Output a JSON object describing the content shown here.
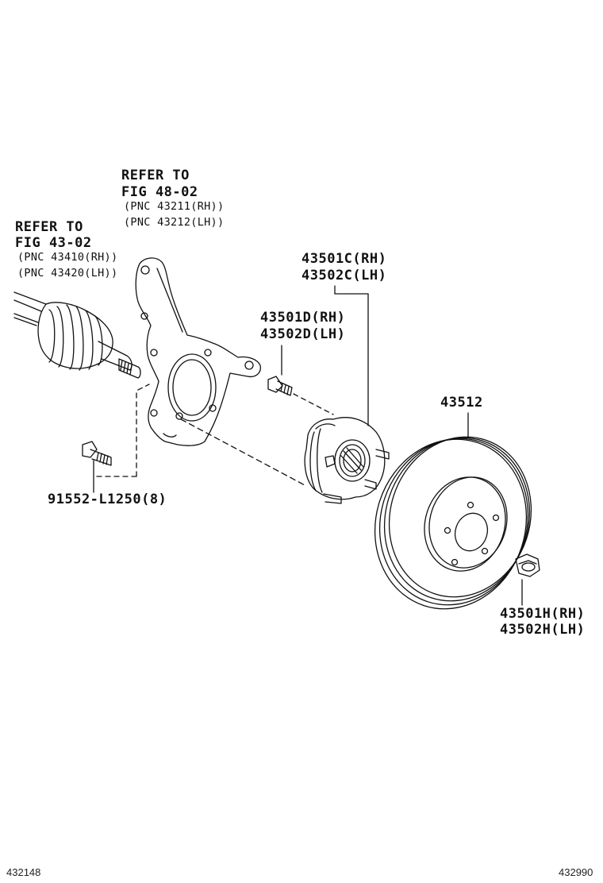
{
  "knuckle_ref": {
    "line1": "REFER TO",
    "line2": "FIG 48-02",
    "line3": "(PNC 43211(RH))",
    "line4": "(PNC 43212(LH))"
  },
  "shaft_ref": {
    "line1": "REFER TO",
    "line2": "FIG 43-02",
    "line3": "(PNC 43410(RH))",
    "line4": "(PNC 43420(LH))"
  },
  "hub_assy": {
    "rh": "43501C(RH)",
    "lh": "43502C(LH)"
  },
  "hub_bolt": {
    "rh": "43501D(RH)",
    "lh": "43502D(LH)"
  },
  "disc": {
    "part": "43512"
  },
  "bolt": {
    "part": "91552-L1250(8)"
  },
  "nut": {
    "rh": "43501H(RH)",
    "lh": "43502H(LH)"
  },
  "footer": {
    "left": "432148",
    "right": "432990"
  }
}
